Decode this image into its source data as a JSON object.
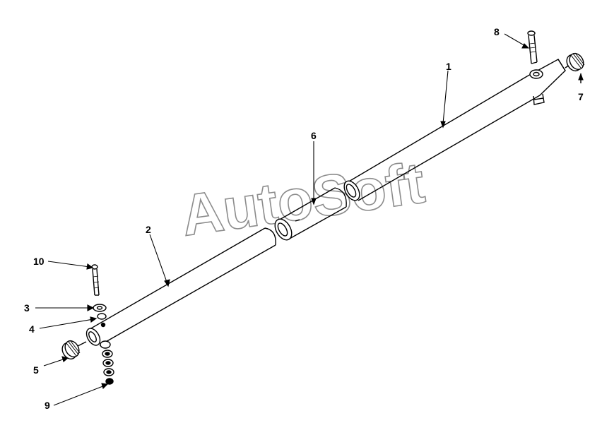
{
  "diagram": {
    "callouts": {
      "c1": "1",
      "c2": "2",
      "c3": "3",
      "c4": "4",
      "c5": "5",
      "c6": "6",
      "c7": "7",
      "c8": "8",
      "c9": "9",
      "c10": "10"
    },
    "watermark": "AutoSoft",
    "line_color": "#000000",
    "watermark_outline_color": "#8c8c8c"
  }
}
